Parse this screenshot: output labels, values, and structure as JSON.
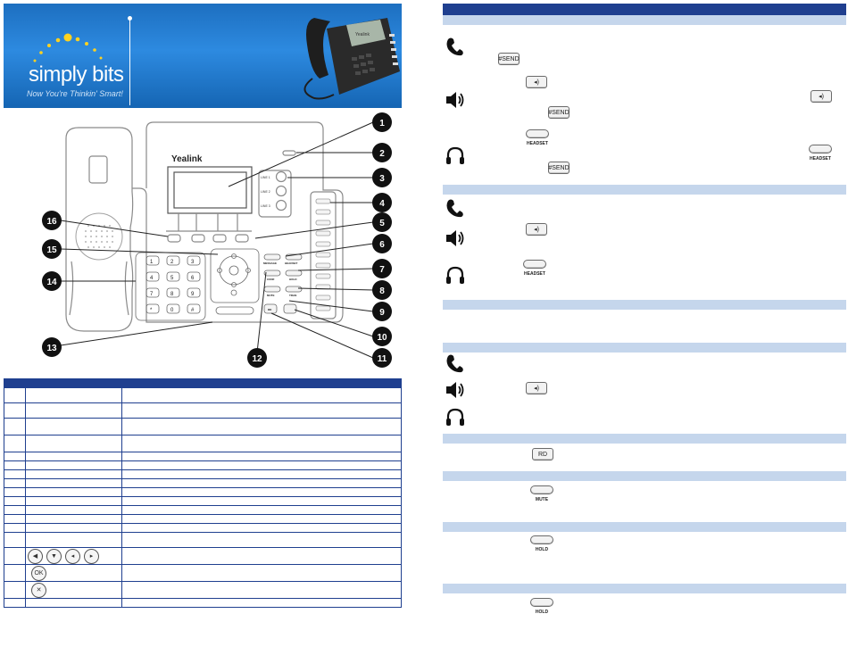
{
  "banner": {
    "brand": "simply bits",
    "tagline": "Now You're Thinkin' Smart!",
    "phone_brand": "Yealink"
  },
  "diagram": {
    "phone_brand": "Yealink",
    "line_keys": [
      "LINE 1",
      "LINE 2",
      "LINE 3"
    ],
    "keypad": [
      "1",
      "2",
      "3",
      "4",
      "5",
      "6",
      "7",
      "8",
      "9",
      "*",
      "0",
      "#"
    ],
    "button_labels": [
      "MESSAGE",
      "HEADSET",
      "CONF",
      "HOLD",
      "MUTE",
      "TRAN"
    ],
    "small_keys": [
      "RD"
    ],
    "callouts": [
      "1",
      "2",
      "3",
      "4",
      "5",
      "6",
      "7",
      "8",
      "9",
      "10",
      "11",
      "12",
      "13",
      "14",
      "15",
      "16"
    ]
  },
  "keys": {
    "send": "#SEND",
    "speaker": "◂)",
    "headset": "HEADSET",
    "redial": "RD",
    "mute": "MUTE",
    "hold": "HOLD"
  },
  "colors": {
    "header_navy": "#1f3f8f",
    "section_blue": "#c5d6ec",
    "banner_blue": "#2d8ae0",
    "callout_black": "#111111"
  },
  "icons": {
    "handset": "handset-icon",
    "speaker": "speaker-icon",
    "headset": "headset-icon"
  }
}
